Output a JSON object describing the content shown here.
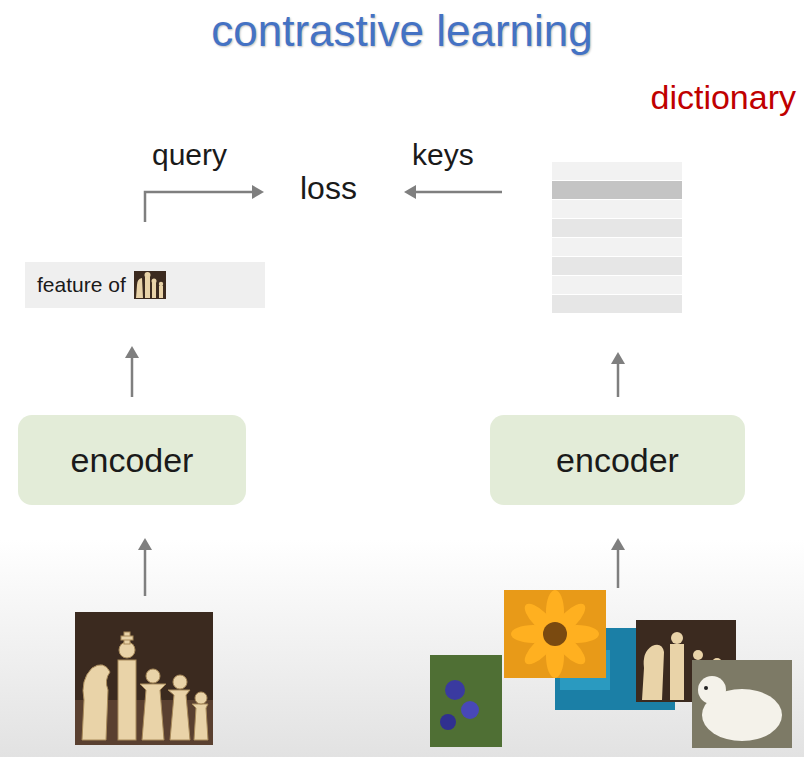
{
  "diagram": {
    "title": "contrastive learning",
    "nodes": [
      {
        "text": [
          "feature of"
        ]
      },
      {
        "text": [
          "dictionary"
        ]
      },
      {
        "text": [
          "encoder"
        ]
      },
      {
        "text": [
          "encoder"
        ]
      }
    ],
    "edges": [
      {
        "from": 2,
        "to": 0,
        "arrow": "to"
      },
      {
        "from": 3,
        "to": 1,
        "arrow": "to"
      }
    ],
    "labels": [
      "query",
      "loss",
      "keys"
    ]
  }
}
